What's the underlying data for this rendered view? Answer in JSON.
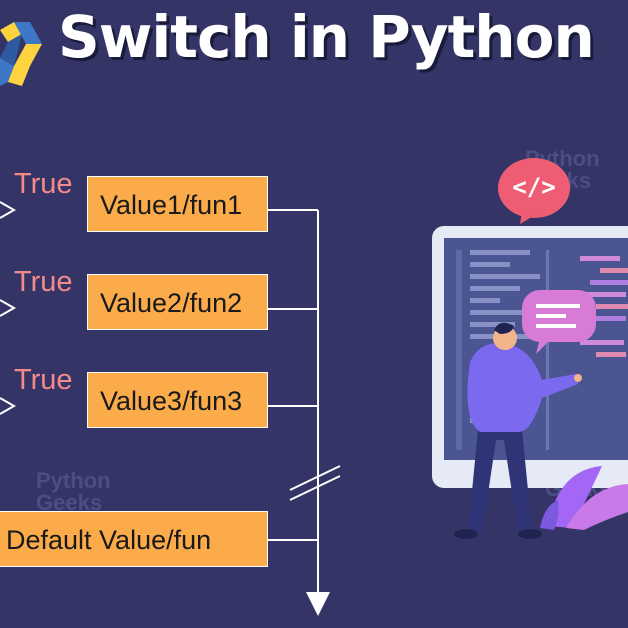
{
  "title": "Switch in Python",
  "flowchart": {
    "cases": [
      {
        "condition": "True",
        "action": "Value1/fun1"
      },
      {
        "condition": "True",
        "action": "Value2/fun2"
      },
      {
        "condition": "True",
        "action": "Value3/fun3"
      }
    ],
    "default_action": "Default Value/fun"
  },
  "watermark": {
    "line1": "Python",
    "line2": "Geeks"
  },
  "illustration": {
    "code_bubble": "</>"
  },
  "colors": {
    "background": "#343566",
    "box_fill": "#fbab4a",
    "true_text": "#f48a8a",
    "line": "#ffffff",
    "person_shirt": "#7b6af0",
    "bubble": "#ee5d74"
  }
}
